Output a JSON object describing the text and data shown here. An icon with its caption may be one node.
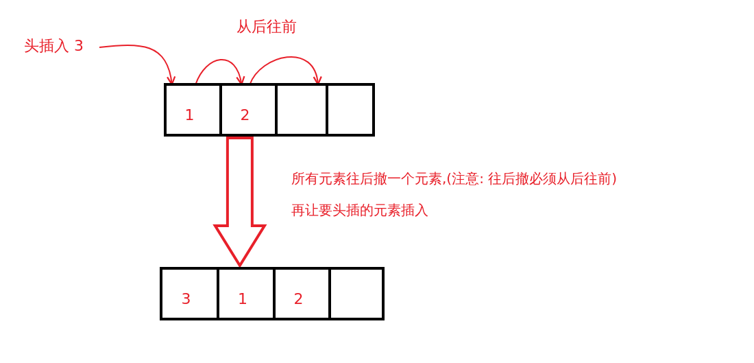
{
  "diagram": {
    "nodes": [
      {
        "text": [
          "头插入 3"
        ]
      },
      {
        "text": [],
        "shape": "box"
      },
      {
        "text": [
          "1"
        ],
        "in": 1
      },
      {
        "text": [
          "2"
        ],
        "in": 1
      },
      {
        "text": [],
        "shape": "box",
        "in": 1
      },
      {
        "text": [],
        "shape": "box",
        "in": 1
      },
      {
        "text": [],
        "shape": "box"
      },
      {
        "text": [
          "3"
        ],
        "in": 6
      },
      {
        "text": [
          "1"
        ],
        "in": 6
      },
      {
        "text": [
          "2"
        ],
        "in": 6
      },
      {
        "text": [],
        "shape": "box",
        "in": 6
      }
    ],
    "edges": [
      {
        "from": 0,
        "to": 2,
        "arrow": "to"
      },
      {
        "from": 2,
        "to": 3,
        "arrow": "to"
      },
      {
        "from": 3,
        "to": 4,
        "arrow": "to"
      },
      {
        "from": 1,
        "to": 6,
        "arrow": "to",
        "style": "thick"
      }
    ],
    "labels": [
      "从后往前",
      "所有元素往后撤一个元素,(注意: 往后撤必须从后往前)",
      "再让要头插的元素插入"
    ]
  }
}
